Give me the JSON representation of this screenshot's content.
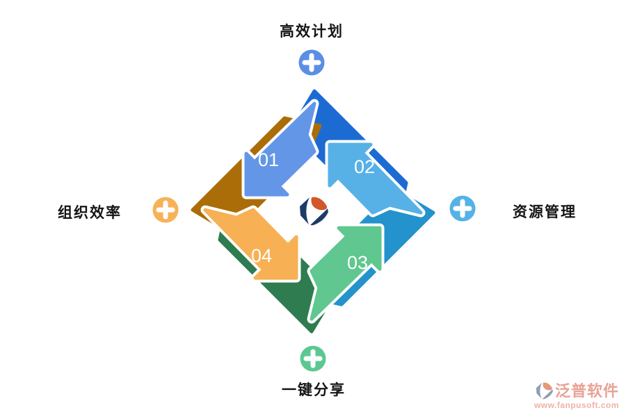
{
  "diagram_title": "cycle-diagram-4-steps",
  "nodes": [
    {
      "id": "top",
      "label": "高效计划",
      "icon": "plus-icon",
      "color": "#5b8ee4"
    },
    {
      "id": "right",
      "label": "资源管理",
      "icon": "plus-icon",
      "color": "#54b2e6"
    },
    {
      "id": "bottom",
      "label": "一键分享",
      "icon": "plus-icon",
      "color": "#5cc891"
    },
    {
      "id": "left",
      "label": "组织效率",
      "icon": "plus-icon",
      "color": "#f7b257"
    }
  ],
  "arrows": [
    {
      "number": "01",
      "position": "top-left",
      "color": "#6496e8",
      "fold_color": "#1c6bd3"
    },
    {
      "number": "02",
      "position": "top-right",
      "color": "#57b1e6",
      "fold_color": "#2492cc"
    },
    {
      "number": "03",
      "position": "bottom-right",
      "color": "#5fc78f",
      "fold_color": "#2e7c50"
    },
    {
      "number": "04",
      "position": "bottom-left",
      "color": "#f7b053",
      "fold_color": "#aa6d08"
    }
  ],
  "center_logo": {
    "navy": "#1e3a68",
    "orange": "#d2572a"
  },
  "watermark": {
    "name": "泛普软件",
    "url": "www.fanpusoft.com",
    "name_color": "#e9a195",
    "url_color": "#eeb2a6",
    "glyph_gray": "#8f9cb5",
    "glyph_salmon": "#e2997b"
  }
}
